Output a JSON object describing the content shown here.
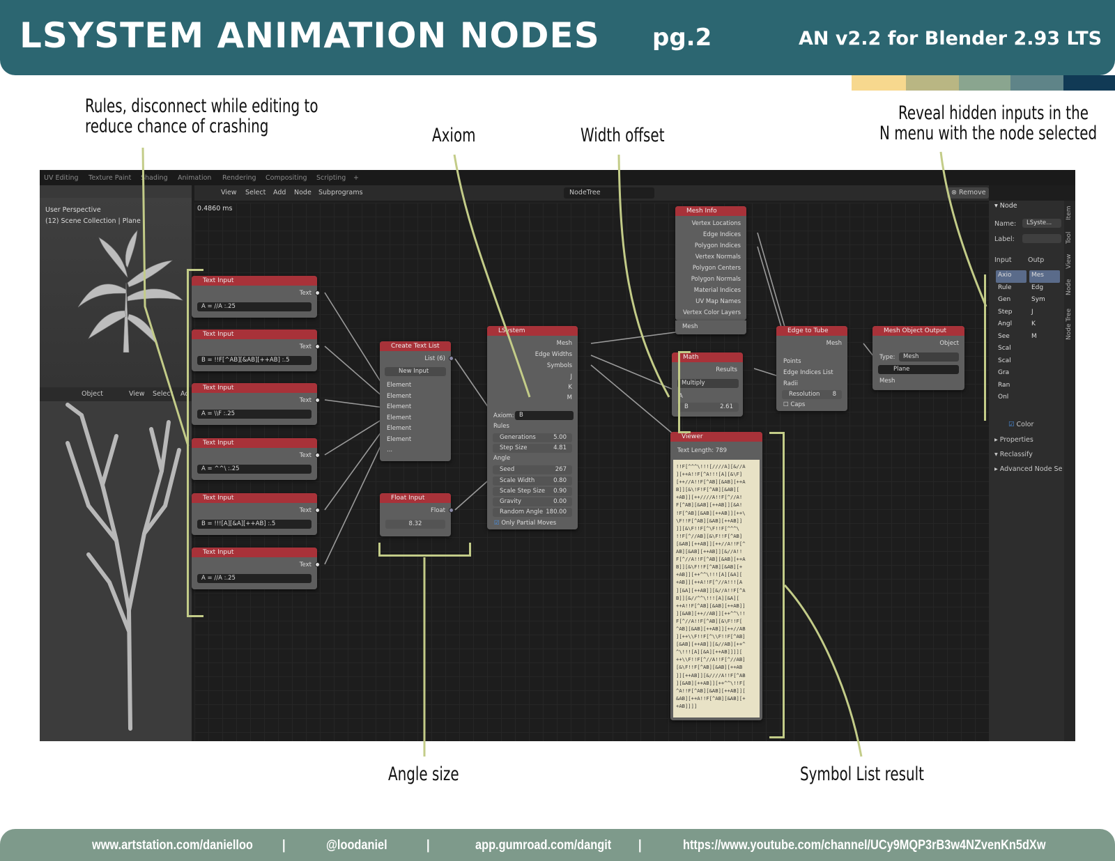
{
  "header": {
    "title": "LSYSTEM ANIMATION NODES",
    "page": "pg.2",
    "version": "AN v2.2 for Blender 2.93 LTS"
  },
  "swatches": [
    "#f7d88e",
    "#b9b683",
    "#8aa58f",
    "#5f8488",
    "#113a55"
  ],
  "annotations": {
    "rules": [
      "Rules, disconnect while editing to",
      "reduce chance of crashing"
    ],
    "axiom": "Axiom",
    "width": "Width offset",
    "reveal": [
      "Reveal hidden inputs in the",
      "N menu with the node selected"
    ],
    "angle": "Angle size",
    "symbol": "Symbol List result"
  },
  "footer": {
    "links": [
      "www.artstation.com/danielloo",
      "@loodaniel",
      "app.gumroad.com/dangit",
      "https://www.youtube.com/channel/UCy9MQP3rB3w4NZvenKn5dXw"
    ],
    "sep": "|"
  },
  "blender": {
    "tabs": [
      "UV Editing",
      "Texture Paint",
      "Shading",
      "Animation",
      "Rendering",
      "Compositing",
      "Scripting",
      "+"
    ],
    "menu": [
      "View",
      "Select",
      "Add",
      "Node",
      "Subprograms"
    ],
    "tree": "NodeTree",
    "remove": "Remove",
    "timing": "0.4860 ms",
    "viewport": {
      "persp": "User Perspective",
      "coll": "(12) Scene Collection | Plane",
      "mode": "Object",
      "menu": [
        "View",
        "Select",
        "Ad"
      ]
    },
    "text_inputs": [
      {
        "value": "A = //A :.25"
      },
      {
        "value": "B = !!F[^AB][&AB][++AB] :.5"
      },
      {
        "value": "A = \\\\F :.25"
      },
      {
        "value": "A = ^^\\ :.25"
      },
      {
        "value": "B = !!![A][&A][++AB] :.5"
      },
      {
        "value": "A = //A :.25"
      }
    ],
    "text_input_title": "Text Input",
    "text_label": "Text",
    "create": {
      "title": "Create Text List",
      "out": "List (6)",
      "btn": "New Input",
      "el": "Element",
      "dots": "..."
    },
    "float": {
      "title": "Float Input",
      "out": "Float",
      "val": "8.32"
    },
    "lsystem": {
      "title": "LSystem",
      "outs": [
        "Mesh",
        "Edge Widths",
        "Symbols",
        "J",
        "K",
        "M"
      ],
      "axiom": "Axiom:",
      "axiom_val": "B",
      "rules": "Rules",
      "angle": "Angle",
      "sliders": [
        {
          "l": "Generations",
          "v": "5.00"
        },
        {
          "l": "Step Size",
          "v": "4.81"
        }
      ],
      "sliders2": [
        {
          "l": "Seed",
          "v": "267"
        },
        {
          "l": "Scale Width",
          "v": "0.80"
        },
        {
          "l": "Scale Step Size",
          "v": "0.90"
        },
        {
          "l": "Gravity",
          "v": "0.00"
        },
        {
          "l": "Random Angle",
          "v": "180.00"
        }
      ],
      "partial": "Only Partial Moves"
    },
    "meshinfo": {
      "title": "Mesh Info",
      "outs": [
        "Vertex Locations",
        "Edge Indices",
        "Polygon Indices",
        "Vertex Normals",
        "Polygon Centers",
        "Polygon Normals",
        "Material Indices",
        "UV Map Names",
        "Vertex Color Layers"
      ],
      "in": "Mesh"
    },
    "math": {
      "title": "Math",
      "out": "Results",
      "op": "Multiply",
      "a": "A",
      "b": "B",
      "b_val": "2.61"
    },
    "viewer": {
      "title": "Viewer",
      "len": "Text Length: 789",
      "lines": [
        "!!F[^^^\\!!![////A][&//A",
        "][++A!!F[^A!!![A][&\\F]",
        "[++//A!!F[^AB][&AB][++A",
        "B]][&\\!F!F[^AB][&AB][",
        "+AB]][++////A!!F[^//A!",
        "F[^AB][&AB][++AB]][&A!",
        "!F[^AB][&AB][++AB]][++\\",
        "\\F!!F[^AB][&AB][++AB]]",
        "]][&\\F!!F[^\\F!!F[^^^\\",
        "!!F[^//AB][&\\F!!F[^AB]",
        "[&AB][++AB]][++//A!!F[^",
        "AB][&AB][++AB]][&//A!!",
        "F[^//A!!F[^AB][&AB][++A",
        "B]][&\\F!!F[^AB][&AB][+",
        "+AB]][++^^\\!!![A][&A][",
        "+AB]][++A!!F[^//A!!![A",
        "][&A][++AB]][&//A!!F[^A",
        "B]][&//^^\\!!![A][&A][",
        "++A!!F[^AB][&AB][++AB]]",
        "][&AB][++//AB]][++^^\\!!",
        "F[^//A!!F[^AB][&\\F!!F[",
        "^AB][&AB][++AB]][++//AB",
        "][++\\\\F!!F[^\\\\F!!F[^AB]",
        "[&AB][++AB]][&//AB][++^",
        "^\\!!![A][&A][++AB]]]][",
        "++\\\\F!!F[^//A!!F[^//AB]",
        "[&\\F!!F[^AB][&AB][++AB",
        "]][++AB]][&////A!!F[^AB",
        "][&AB][++AB]][++^^\\!!F[",
        "^A!!F[^AB][&AB][++AB]][",
        "&AB][++A!!F[^AB][&AB][+",
        "+AB]]]]"
      ]
    },
    "edgetube": {
      "title": "Edge to Tube",
      "out": "Mesh",
      "ins": [
        "Points",
        "Edge Indices List",
        "Radii"
      ],
      "res": "Resolution",
      "res_v": "8",
      "caps": "Caps"
    },
    "meshout": {
      "title": "Mesh Object Output",
      "out": "Object",
      "type": "Type:",
      "type_v": "Mesh",
      "obj": "Plane",
      "in": "Mesh"
    },
    "npanel": {
      "node": "Node",
      "name": "Name:",
      "name_v": "LSyste...",
      "label": "Label:",
      "input": "Input",
      "output": "Outp",
      "ins": [
        "Axio",
        "Rule",
        "Gen",
        "Step",
        "Angl",
        "See",
        "Scal",
        "Scal",
        "Gra",
        "Ran",
        "Onl"
      ],
      "outs": [
        "Mes",
        "Edg",
        "Sym",
        "J",
        "K",
        "M"
      ],
      "color": "Color",
      "sections": [
        "Properties",
        "Reclassify",
        "Advanced Node Se"
      ],
      "vtabs": [
        "Item",
        "Tool",
        "View",
        "Node",
        "Node Tree"
      ]
    }
  }
}
